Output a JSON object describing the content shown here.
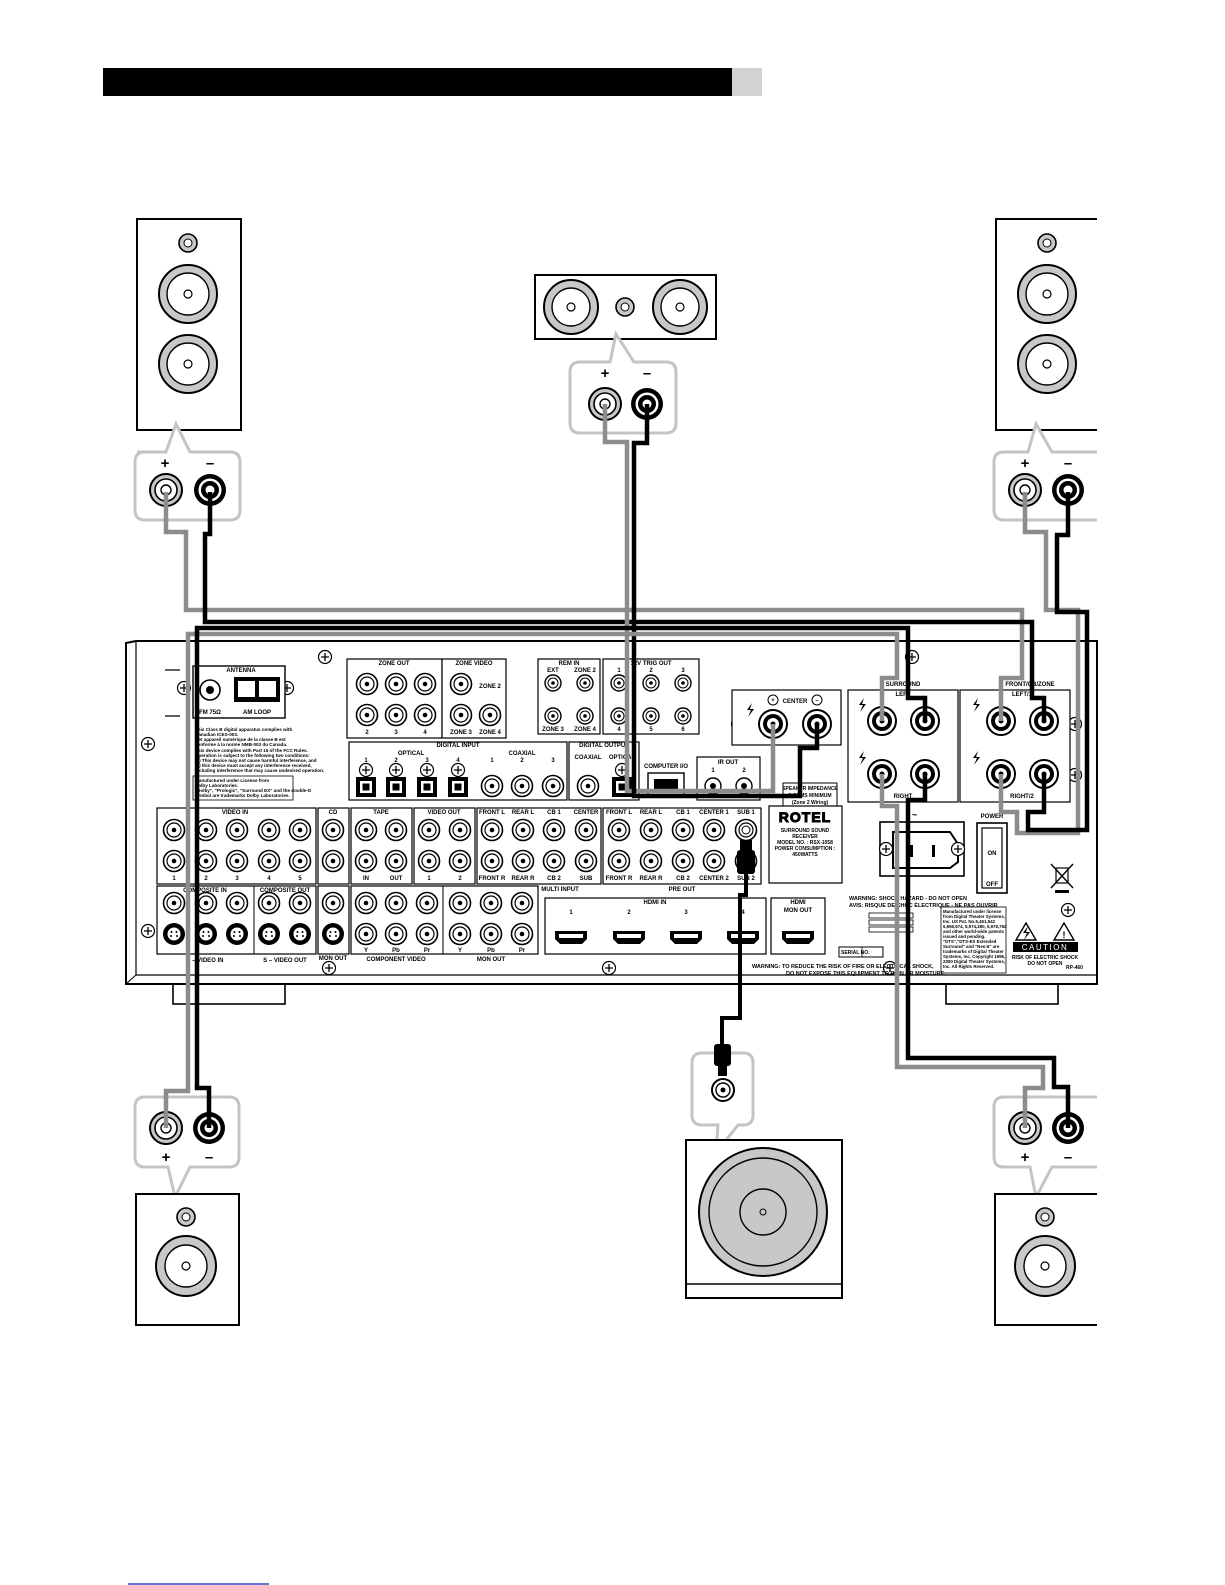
{
  "colors": {
    "header_bar": "#000000",
    "header_tab": "#d2d2d2",
    "speaker_face": "#ffffff",
    "driver_gray": "#c8c8c8",
    "positive_wire": "#8c8c8c",
    "negative_wire": "#000000",
    "callout_outline": "#c4c4c4",
    "footer_link": "#3344cc"
  },
  "speakers": {
    "front_left": {
      "terminals": {
        "plus": "+",
        "minus": "–"
      }
    },
    "front_right": {
      "terminals": {
        "plus": "+",
        "minus": "–"
      }
    },
    "center": {
      "terminals": {
        "plus": "+",
        "minus": "–"
      }
    },
    "surround_left": {
      "terminals": {
        "plus": "+",
        "minus": "–"
      }
    },
    "surround_right": {
      "terminals": {
        "plus": "+",
        "minus": "–"
      }
    },
    "subwoofer": {}
  },
  "receiver": {
    "brand": "ROTEL",
    "model_block": [
      "SURROUND SOUND",
      "RECEIVER",
      "MODEL NO. : RSX-1058",
      "POWER CONSUMPTION :",
      "450WATTS"
    ],
    "antenna": {
      "title": "ANTENNA",
      "fm": "FM 75Ω",
      "am": "AM LOOP"
    },
    "zone_out": {
      "title": "ZONE OUT",
      "numbers": [
        "2",
        "3",
        "4"
      ]
    },
    "zone_video": {
      "title": "ZONE VIDEO",
      "labels": [
        "ZONE 2",
        "ZONE 3",
        "ZONE 4"
      ]
    },
    "rem_in": {
      "title": "REM IN",
      "labels": [
        "EXT",
        "ZONE 2",
        "ZONE 3",
        "ZONE 4"
      ]
    },
    "trig_out": {
      "title": "12V TRIG OUT",
      "numbers": [
        "1",
        "2",
        "3",
        "4",
        "5",
        "6"
      ]
    },
    "digital_input": {
      "title": "DIGITAL INPUT",
      "optical": "OPTICAL",
      "coaxial": "COAXIAL",
      "numbers": [
        "1",
        "2",
        "3",
        "4"
      ]
    },
    "digital_output": {
      "title": "DIGITAL OUTPUT",
      "coaxial": "COAXIAL",
      "optical": "OPTICAL"
    },
    "computer_io": "COMPUTER I/O",
    "ir_out": {
      "title": "IR OUT",
      "numbers": [
        "1",
        "2"
      ]
    },
    "impedance_note": [
      "SPEAKER IMPEDANCE",
      "8 OHMS MINIMUM",
      "(Zone 2 Wiring)"
    ],
    "center_terminal": "CENTER",
    "surround": {
      "title": "SURROUND",
      "left": "LEFT",
      "right": "RIGHT"
    },
    "front_zone": {
      "title": "FRONT/CB/ZONE",
      "left": "LEFT/1",
      "right": "RIGHT/2"
    },
    "fcc_text": [
      "This Class B digital apparatus complies with",
      "Canadian ICES-003.",
      "Cet appareil numérique de la classe B est",
      "conforme à la norme NMB-003 du Canada.",
      "This device complies with Part 15 of the FCC Rules.",
      "Operation is subject to the following two conditions:",
      "(1) This device may not cause harmful interference, and",
      "(2) this device must accept any interference received,",
      "including interference that may cause undesired operation."
    ],
    "dolby_text": [
      "Manufactured under License from",
      "Dolby Laboratories.",
      "\"Dolby\", \"Prologic\", \"Surround EX\" and the double-D",
      "symbol are trademarks Dolby Laboratories."
    ],
    "video_in": {
      "title": "VIDEO IN",
      "numbers": [
        "1",
        "2",
        "3",
        "4",
        "5"
      ]
    },
    "cd": "CD",
    "tape": {
      "title": "TAPE",
      "in": "IN",
      "out": "OUT"
    },
    "video_out": {
      "title": "VIDEO OUT",
      "numbers": [
        "1",
        "2"
      ]
    },
    "multi_input": {
      "title": "MULTI INPUT",
      "labels": [
        "FRONT L",
        "REAR L",
        "CB 1",
        "CENTER",
        "FRONT R",
        "REAR R",
        "CB 2",
        "SUB"
      ]
    },
    "pre_out": {
      "title": "PRE OUT",
      "labels": [
        "FRONT L",
        "REAR L",
        "CB 1",
        "CENTER 1",
        "SUB 1",
        "FRONT R",
        "REAR R",
        "CB 2",
        "CENTER 2",
        "SUB 2"
      ]
    },
    "composite_in": "COMPOSITE IN",
    "composite_out": "COMPOSITE OUT",
    "s_video_in": "S – VIDEO IN",
    "s_video_out": "S – VIDEO OUT",
    "mon_out": "MON OUT",
    "component_video": {
      "title": "COMPONENT VIDEO",
      "labels": [
        "Y",
        "Pb",
        "Pr",
        "Y",
        "Pb",
        "Pr"
      ]
    },
    "component_mon_out": "MON OUT",
    "hdmi_in": {
      "title": "HDMI IN",
      "numbers": [
        "1",
        "2",
        "3",
        "4"
      ]
    },
    "hdmi_mon_out": {
      "title": "HDMI",
      "sub": "MON OUT"
    },
    "power": {
      "title": "POWER",
      "on": "ON",
      "off": "OFF"
    },
    "ac_symbol": "~",
    "warning_shock": [
      "WARNING: SHOCK HAZARD - DO NOT OPEN",
      "AVIS: RISQUE DE CHOC ÉLECTRIQUE - NE PAS OUVRIR"
    ],
    "dts_text": [
      "Manufactured under license",
      "from Digital Theater Systems,",
      "Inc. US Pat. No.5,451,942",
      "5,956,674, 5,974,380, 5,978,762",
      "and other world-wide patents",
      "issued and pending.",
      "\"DTS\",\"DTS-ES Extended",
      "Surround\" and \"Neo:6\" are",
      "trademarks of Digital Theater",
      "Systems, Inc. Copyright 1996,",
      "2000 Digital Theater Systems,",
      "Inc. All Rights Reserved."
    ],
    "caution": {
      "title": "CAUTION",
      "lines": [
        "RISK OF ELECTRIC SHOCK",
        "DO NOT OPEN"
      ]
    },
    "serial": "SERIAL NO.",
    "warning_bottom": [
      "WARNING:  TO REDUCE THE RISK OF FIRE OR ELECTRICAL SHOCK,",
      "DO NOT EXPOSE THIS EQUIPMENT TO RAIN OR MOISTURE."
    ],
    "code": "RP-460"
  }
}
